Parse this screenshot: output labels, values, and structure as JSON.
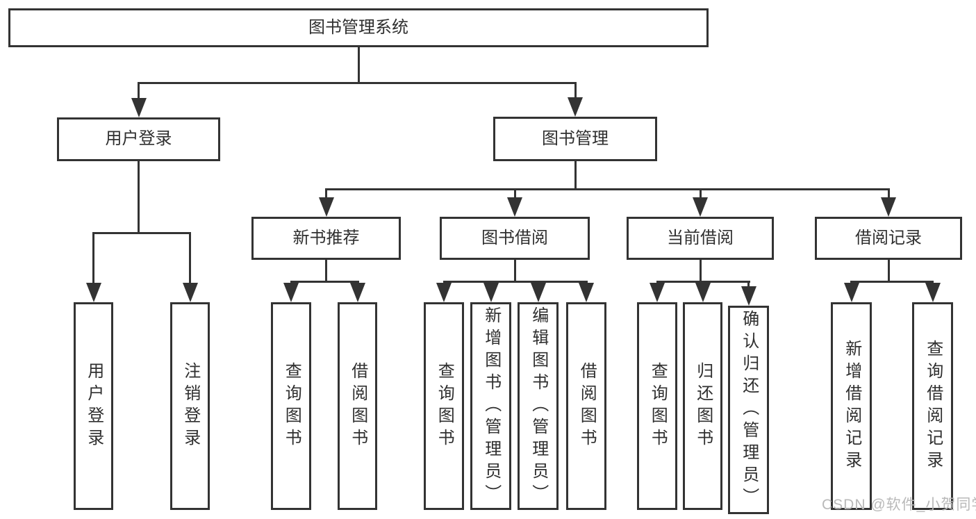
{
  "diagram": {
    "type": "tree",
    "root": {
      "label": "图书管理系统",
      "children": [
        {
          "label": "用户登录",
          "children": [
            {
              "label": "用户登录"
            },
            {
              "label": "注销登录"
            }
          ]
        },
        {
          "label": "图书管理",
          "children": [
            {
              "label": "新书推荐",
              "children": [
                {
                  "label": "查询图书"
                },
                {
                  "label": "借阅图书"
                }
              ]
            },
            {
              "label": "图书借阅",
              "children": [
                {
                  "label": "查询图书"
                },
                {
                  "label": "新增图书（管理员）"
                },
                {
                  "label": "编辑图书（管理员）"
                },
                {
                  "label": "借阅图书"
                }
              ]
            },
            {
              "label": "当前借阅",
              "children": [
                {
                  "label": "查询图书"
                },
                {
                  "label": "归还图书"
                },
                {
                  "label": "确认归还（管理员）"
                }
              ]
            },
            {
              "label": "借阅记录",
              "children": [
                {
                  "label": "新增借阅记录"
                },
                {
                  "label": "查询借阅记录"
                }
              ]
            }
          ]
        }
      ]
    }
  },
  "watermark": {
    "text": "CSDN @软件_小贺同学",
    "color": "#b9b9b9"
  },
  "colors": {
    "line": "#333333",
    "background": "#ffffff",
    "text": "#2f2f2f"
  }
}
